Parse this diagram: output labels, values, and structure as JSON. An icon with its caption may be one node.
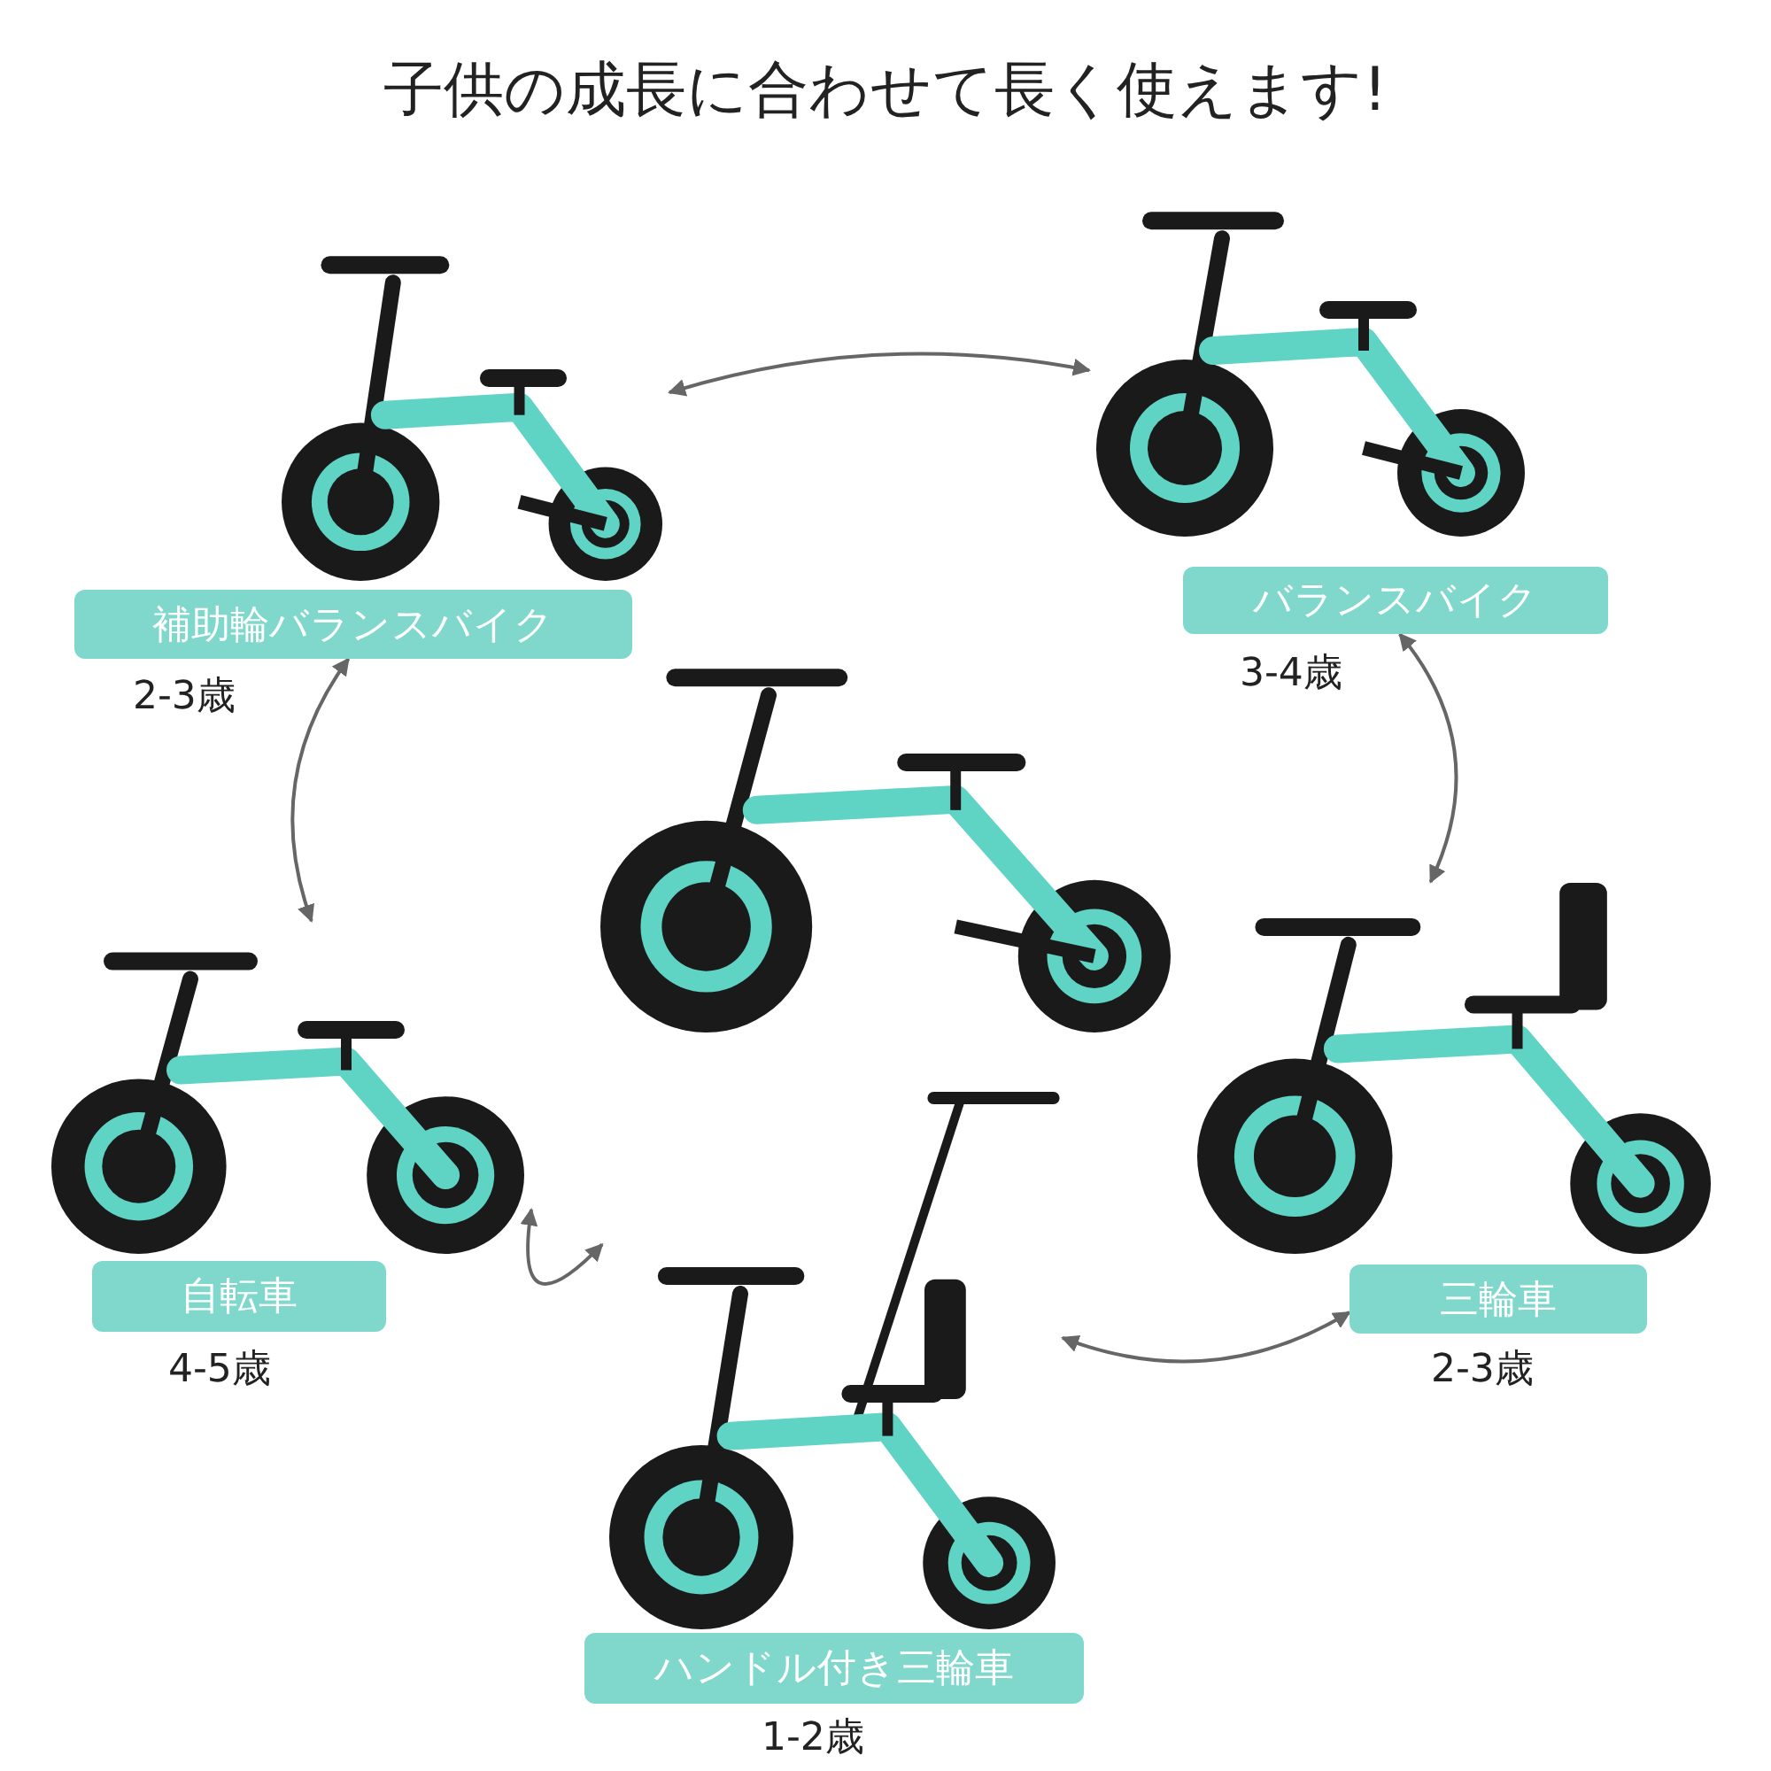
{
  "diagram": {
    "title": "子供の成長に合わせて長く使えます!",
    "nodes": [
      {
        "text": [],
        "shape": "picture"
      },
      {
        "text": [],
        "shape": "picture"
      },
      {
        "text": [
          "補助輪バランスバイク"
        ],
        "beside": [
          "2-3歳"
        ]
      },
      {
        "text": [
          "バランスバイク"
        ],
        "beside": [
          "3-4歳"
        ]
      },
      {
        "text": [],
        "shape": "picture"
      },
      {
        "text": [],
        "shape": "picture"
      },
      {
        "text": [],
        "shape": "picture"
      },
      {
        "text": [
          "自転車"
        ],
        "beside": [
          "4-5歳"
        ]
      },
      {
        "text": [
          "三輪車"
        ],
        "beside": [
          "2-3歳"
        ]
      },
      {
        "text": [],
        "shape": "picture"
      },
      {
        "text": [
          "ハンドル付き三輪車"
        ],
        "beside": [
          "1-2歳"
        ]
      }
    ],
    "edges": [
      {
        "from": 0,
        "to": 1,
        "arrow": "both"
      },
      {
        "from": 3,
        "to": 6,
        "arrow": "both"
      },
      {
        "from": 8,
        "to": 9,
        "arrow": "both"
      },
      {
        "from": 9,
        "to": 5,
        "arrow": "both"
      },
      {
        "from": 5,
        "to": 2,
        "arrow": "both"
      }
    ]
  }
}
